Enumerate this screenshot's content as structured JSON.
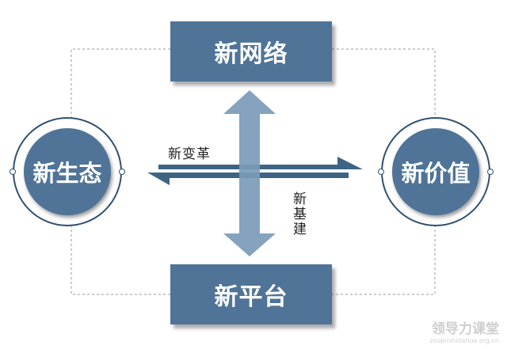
{
  "diagram": {
    "top_box": "新网络",
    "bottom_box": "新平台",
    "left_circle": "新生态",
    "right_circle": "新价值",
    "horizontal_label": "新变革",
    "vertical_label": "新基建"
  },
  "watermark": {
    "name": "领导力课堂",
    "url": "zoujinshidahua.org.cn"
  },
  "colors": {
    "box_fill": "#4f7497",
    "circle_fill": "#4f7497",
    "circle_ring": "#30506e",
    "horizontal_arrow": "#3e6483",
    "vertical_arrow": "#7b9bb8",
    "dashed_line": "#9a9a9a"
  }
}
